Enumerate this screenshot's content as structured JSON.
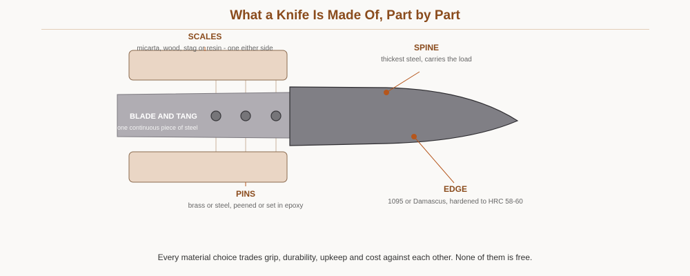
{
  "title": "What a Knife Is Made Of, Part by Part",
  "parts": {
    "scales": {
      "label": "SCALES",
      "desc": "micarta, wood, stag or resin - one either side"
    },
    "spine": {
      "label": "SPINE",
      "desc": "thickest steel, carries the load"
    },
    "blade_and_tang": {
      "label": "BLADE AND TANG",
      "desc": "one continuous piece of steel"
    },
    "pins": {
      "label": "PINS",
      "desc": "brass or steel, peened or set in epoxy"
    },
    "edge": {
      "label": "EDGE",
      "desc": "1095 or Damascus, hardened to HRC 58-60"
    }
  },
  "footer": "Every material choice trades grip, durability, upkeep and cost against each other. None of them is free.",
  "colors": {
    "title": "#8a4b1c",
    "label": "#8a4b1c",
    "scale_fill": "#ead6c5",
    "scale_stroke": "#8a6a4e",
    "tang_fill": "#b0adb3",
    "blade_fill": "#807f85",
    "callout": "#b5561c"
  }
}
